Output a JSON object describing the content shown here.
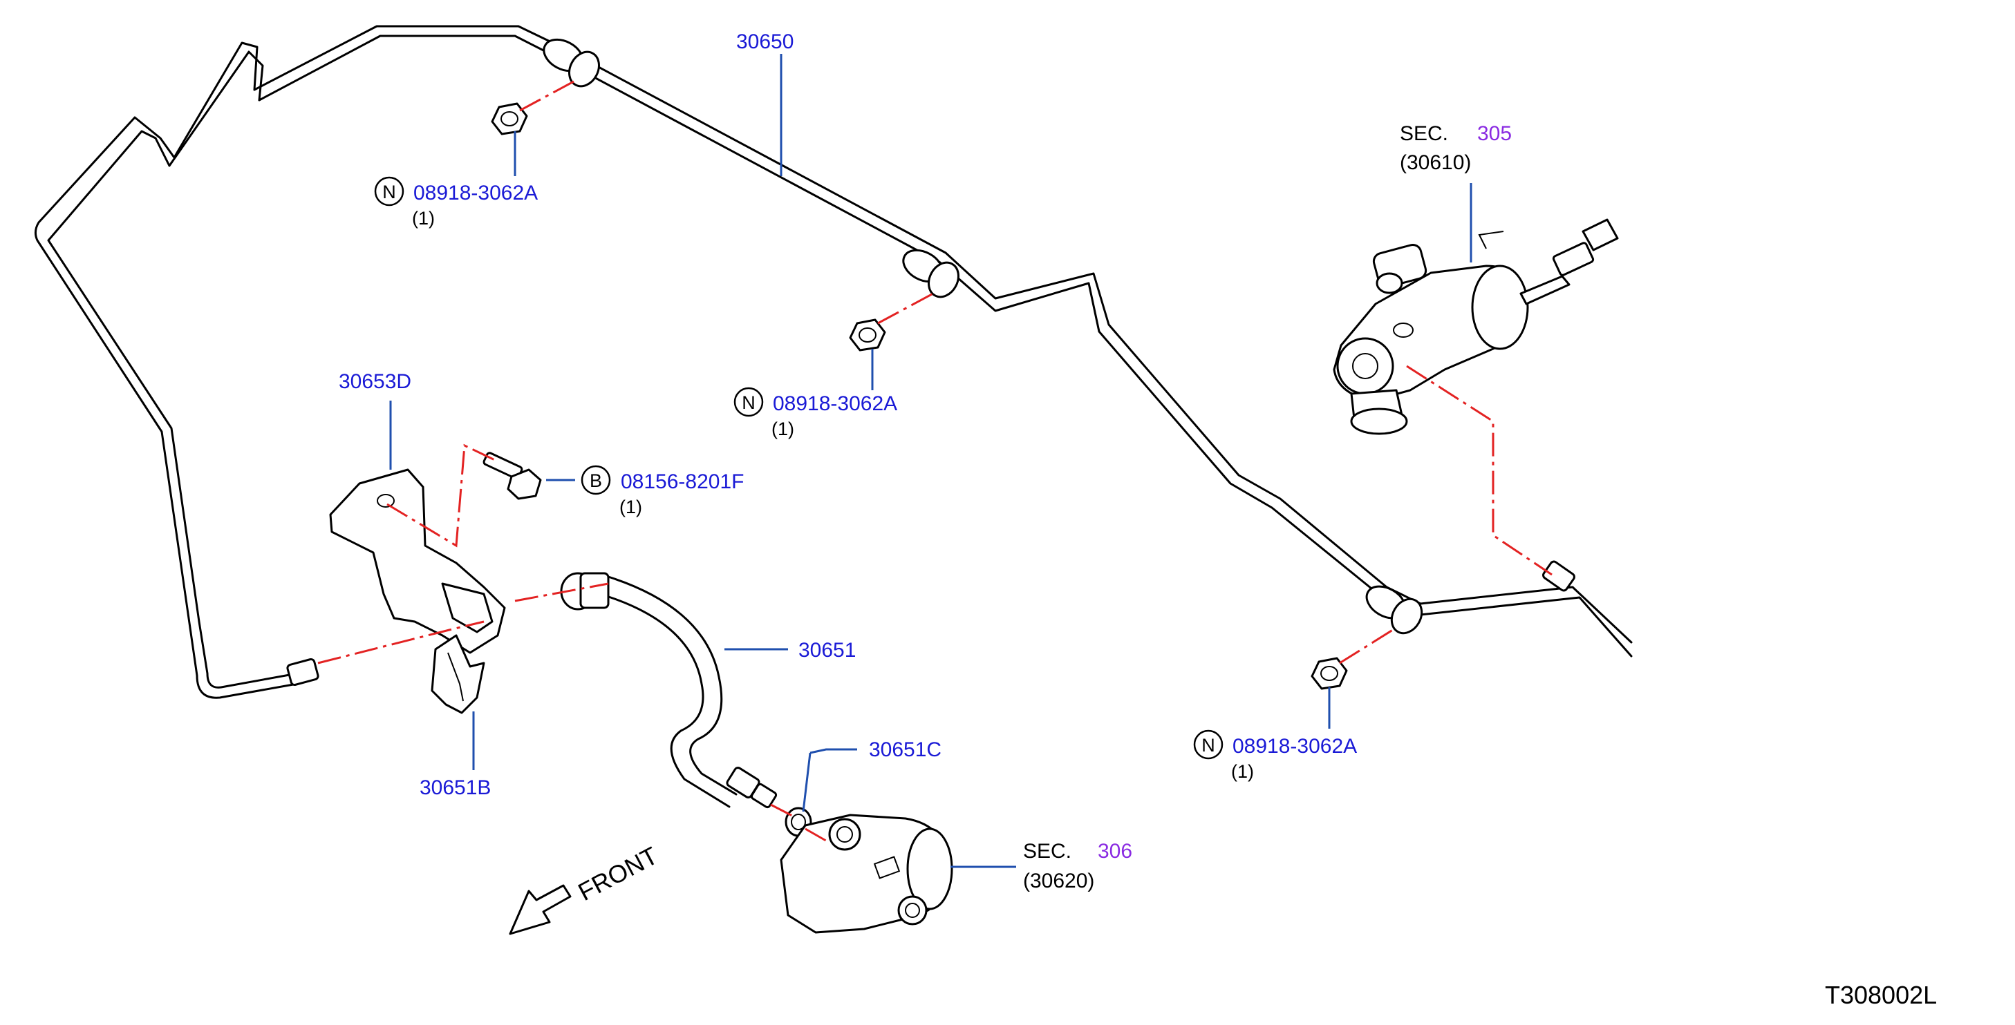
{
  "diagram_id": "T308002L",
  "front_label": "FRONT",
  "parts": {
    "tube_30650": "30650",
    "hose_30651": "30651",
    "bracket_30653D": "30653D",
    "clip_30651B": "30651B",
    "gasket_30651C": "30651C",
    "bolt_b": {
      "symbol": "B",
      "part": "08156-8201F",
      "qty": "(1)"
    },
    "nut_1": {
      "symbol": "N",
      "part": "08918-3062A",
      "qty": "(1)"
    },
    "nut_2": {
      "symbol": "N",
      "part": "08918-3062A",
      "qty": "(1)"
    },
    "nut_3": {
      "symbol": "N",
      "part": "08918-3062A",
      "qty": "(1)"
    }
  },
  "sections": {
    "master": {
      "sec": "SEC.",
      "num": "305",
      "part": "(30610)"
    },
    "operating": {
      "sec": "SEC.",
      "num": "306",
      "part": "(30620)"
    }
  },
  "colors": {
    "part_number": "#1a1ad6",
    "section_number": "#8a2be2",
    "leader": "#1f4fae",
    "phantom": "#e32222"
  }
}
